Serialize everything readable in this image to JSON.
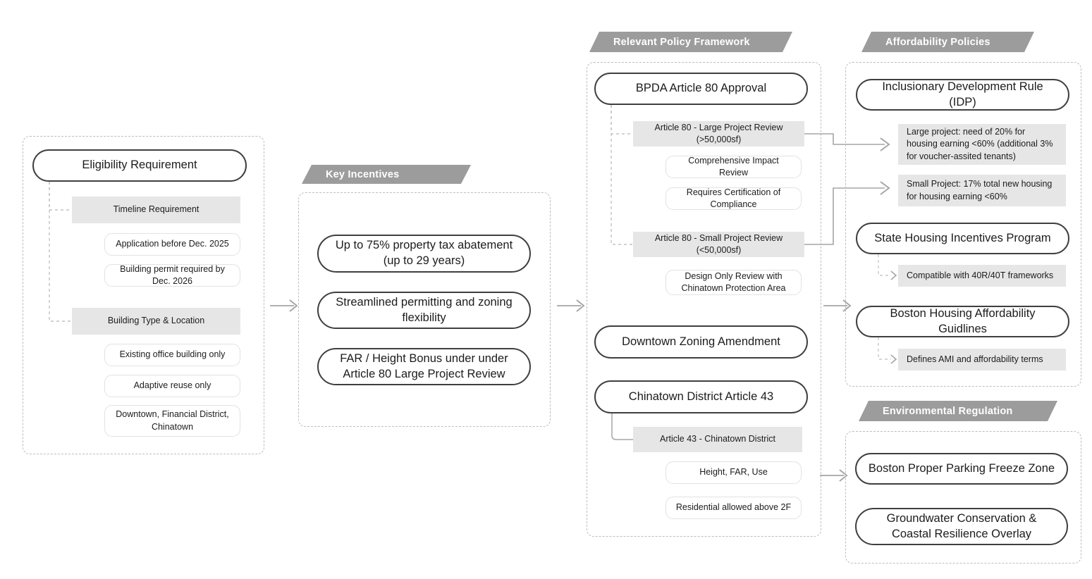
{
  "diagram": {
    "title_bar_color": "#9c9c9c",
    "node_stroke_color": "#3f3f3f",
    "gray_fill_color": "#e6e6e6",
    "connector_color": "#9a9a9a"
  },
  "col1": {
    "root": "Eligibility Requirement",
    "branches": [
      {
        "header": "Timeline Requirement",
        "leaves": [
          "Application before Dec. 2025",
          "Building permit required by Dec. 2026"
        ]
      },
      {
        "header": "Building Type & Location",
        "leaves": [
          "Existing office building only",
          "Adaptive reuse only",
          "Downtown, Financial District, Chinatown"
        ]
      }
    ]
  },
  "col2": {
    "banner": "Key Incentives",
    "items": [
      "Up to 75% property tax abatement (up to 29 years)",
      "Streamlined permitting and zoning flexibility",
      "FAR / Height Bonus under under Article 80 Large Project Review"
    ]
  },
  "col3": {
    "banner": "Relevant Policy Framework",
    "nodes": [
      {
        "label": "BPDA Article 80 Approval",
        "branches": [
          {
            "header": "Article 80 - Large Project Review (>50,000sf)",
            "leaves": [
              "Comprehensive Impact Review",
              "Requires Certification of Compliance"
            ]
          },
          {
            "header": "Article 80 - Small Project Review (<50,000sf)",
            "leaves": [
              "Design Only Review with Chinatown Protection Area"
            ]
          }
        ]
      },
      {
        "label": "Downtown Zoning Amendment",
        "branches": []
      },
      {
        "label": "Chinatown District Article 43",
        "branches": [
          {
            "header": "Article 43 - Chinatown District",
            "leaves": [
              "Height, FAR, Use",
              "Residential allowed above 2F"
            ]
          }
        ]
      }
    ]
  },
  "col4": {
    "banner": "Affordability Policies",
    "nodes": [
      {
        "label": "Inclusionary Development Rule (IDP)",
        "notes": [
          "Large project: need of 20% for housing earning <60% (additional 3% for voucher-assited tenants)",
          "Small Project: 17% total new housing for housing earning <60%"
        ]
      },
      {
        "label": "State Housing Incentives Program",
        "notes": [
          "Compatible with 40R/40T frameworks"
        ]
      },
      {
        "label": "Boston Housing Affordability Guidlines",
        "notes": [
          "Defines AMI and affordability terms"
        ]
      }
    ]
  },
  "col5": {
    "banner": "Environmental Regulation",
    "items": [
      "Boston Proper Parking Freeze Zone",
      "Groundwater Conservation & Coastal Resilience Overlay"
    ]
  }
}
